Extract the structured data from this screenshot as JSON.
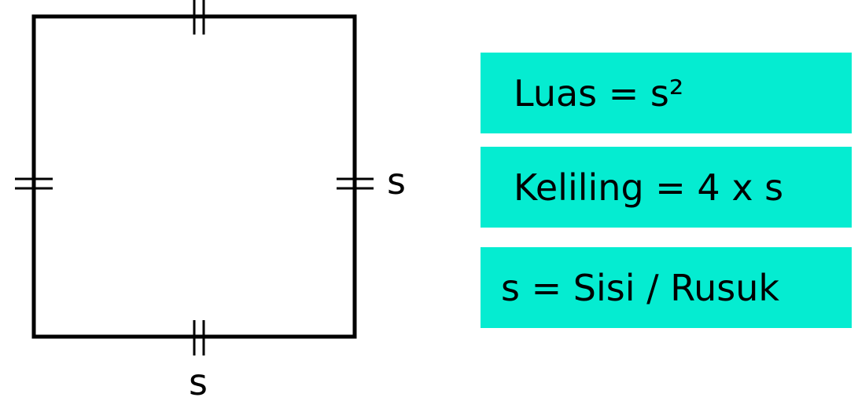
{
  "colors": {
    "box_fill": "#05ECD1",
    "line": "#000000",
    "background": "#FFFFFF"
  },
  "diagram": {
    "shape": "square",
    "side_label_right": "s",
    "side_label_bottom": "s",
    "tick_marks_per_side": 2
  },
  "formulas": {
    "area": "Luas = s²",
    "perimeter": "Keliling = 4 x s",
    "legend": "s = Sisi / Rusuk"
  }
}
